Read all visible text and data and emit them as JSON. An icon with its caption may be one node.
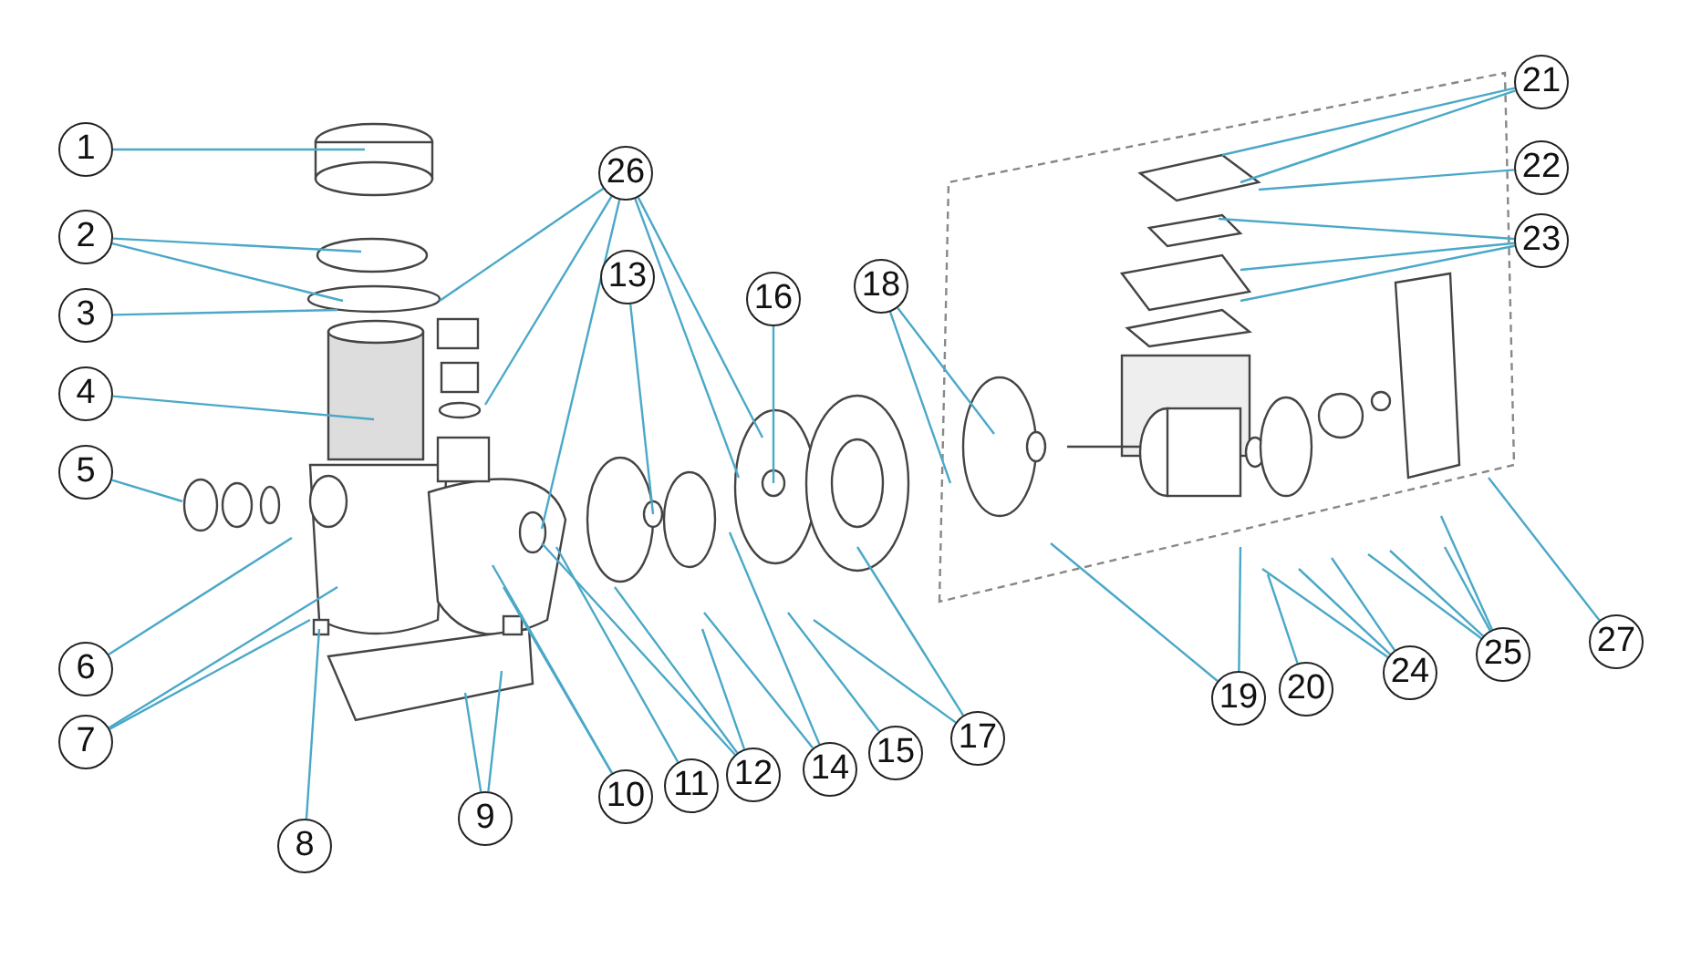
{
  "diagram": {
    "nodes": [
      {
        "text": [
          "1"
        ]
      },
      {
        "text": [
          "2"
        ]
      },
      {
        "text": [
          "3"
        ]
      },
      {
        "text": [
          "4"
        ]
      },
      {
        "text": [
          "5"
        ]
      },
      {
        "text": [
          "6"
        ]
      },
      {
        "text": [
          "7"
        ]
      },
      {
        "text": [
          "8"
        ]
      },
      {
        "text": [
          "9"
        ]
      },
      {
        "text": [
          "10"
        ]
      },
      {
        "text": [
          "11"
        ]
      },
      {
        "text": [
          "12"
        ]
      },
      {
        "text": [
          "13"
        ]
      },
      {
        "text": [
          "14"
        ]
      },
      {
        "text": [
          "15"
        ]
      },
      {
        "text": [
          "16"
        ]
      },
      {
        "text": [
          "17"
        ]
      },
      {
        "text": [
          "18"
        ]
      },
      {
        "text": [
          "19"
        ]
      },
      {
        "text": [
          "20"
        ]
      },
      {
        "text": [
          "21"
        ]
      },
      {
        "text": [
          "22"
        ]
      },
      {
        "text": [
          "23"
        ]
      },
      {
        "text": [
          "24"
        ]
      },
      {
        "text": [
          "25"
        ]
      },
      {
        "text": [
          "26"
        ]
      },
      {
        "text": [
          "27"
        ]
      }
    ],
    "edges": [
      {
        "from": 0,
        "to": null,
        "arrow": "none"
      },
      {
        "from": 1,
        "to": null,
        "arrow": "none"
      },
      {
        "from": 1,
        "to": null,
        "arrow": "none"
      },
      {
        "from": 2,
        "to": null,
        "arrow": "none"
      },
      {
        "from": 3,
        "to": null,
        "arrow": "none"
      },
      {
        "from": 4,
        "to": null,
        "arrow": "none"
      },
      {
        "from": 5,
        "to": null,
        "arrow": "none"
      },
      {
        "from": 6,
        "to": null,
        "arrow": "none"
      },
      {
        "from": 6,
        "to": null,
        "arrow": "none"
      },
      {
        "from": 7,
        "to": null,
        "arrow": "none"
      },
      {
        "from": 8,
        "to": null,
        "arrow": "none"
      },
      {
        "from": 8,
        "to": null,
        "arrow": "none"
      },
      {
        "from": 9,
        "to": null,
        "arrow": "none"
      },
      {
        "from": 9,
        "to": null,
        "arrow": "none"
      },
      {
        "from": 10,
        "to": null,
        "arrow": "none"
      },
      {
        "from": 11,
        "to": null,
        "arrow": "none"
      },
      {
        "from": 11,
        "to": null,
        "arrow": "none"
      },
      {
        "from": 11,
        "to": null,
        "arrow": "none"
      },
      {
        "from": 12,
        "to": null,
        "arrow": "none"
      },
      {
        "from": 13,
        "to": null,
        "arrow": "none"
      },
      {
        "from": 13,
        "to": null,
        "arrow": "none"
      },
      {
        "from": 14,
        "to": null,
        "arrow": "none"
      },
      {
        "from": 15,
        "to": null,
        "arrow": "none"
      },
      {
        "from": 16,
        "to": null,
        "arrow": "none"
      },
      {
        "from": 16,
        "to": null,
        "arrow": "none"
      },
      {
        "from": 17,
        "to": null,
        "arrow": "none"
      },
      {
        "from": 17,
        "to": null,
        "arrow": "none"
      },
      {
        "from": 18,
        "to": null,
        "arrow": "none"
      },
      {
        "from": 18,
        "to": null,
        "arrow": "none"
      },
      {
        "from": 19,
        "to": null,
        "arrow": "none"
      },
      {
        "from": 20,
        "to": null,
        "arrow": "none"
      },
      {
        "from": 20,
        "to": null,
        "arrow": "none"
      },
      {
        "from": 21,
        "to": null,
        "arrow": "none"
      },
      {
        "from": 22,
        "to": null,
        "arrow": "none"
      },
      {
        "from": 22,
        "to": null,
        "arrow": "none"
      },
      {
        "from": 22,
        "to": null,
        "arrow": "none"
      },
      {
        "from": 23,
        "to": null,
        "arrow": "none"
      },
      {
        "from": 23,
        "to": null,
        "arrow": "none"
      },
      {
        "from": 23,
        "to": null,
        "arrow": "none"
      },
      {
        "from": 24,
        "to": null,
        "arrow": "none"
      },
      {
        "from": 24,
        "to": null,
        "arrow": "none"
      },
      {
        "from": 24,
        "to": null,
        "arrow": "none"
      },
      {
        "from": 24,
        "to": null,
        "arrow": "none"
      },
      {
        "from": 25,
        "to": null,
        "arrow": "none"
      },
      {
        "from": 25,
        "to": null,
        "arrow": "none"
      },
      {
        "from": 25,
        "to": null,
        "arrow": "none"
      },
      {
        "from": 25,
        "to": null,
        "arrow": "none"
      },
      {
        "from": 25,
        "to": null,
        "arrow": "none"
      },
      {
        "from": 26,
        "to": null,
        "arrow": "none"
      }
    ]
  }
}
